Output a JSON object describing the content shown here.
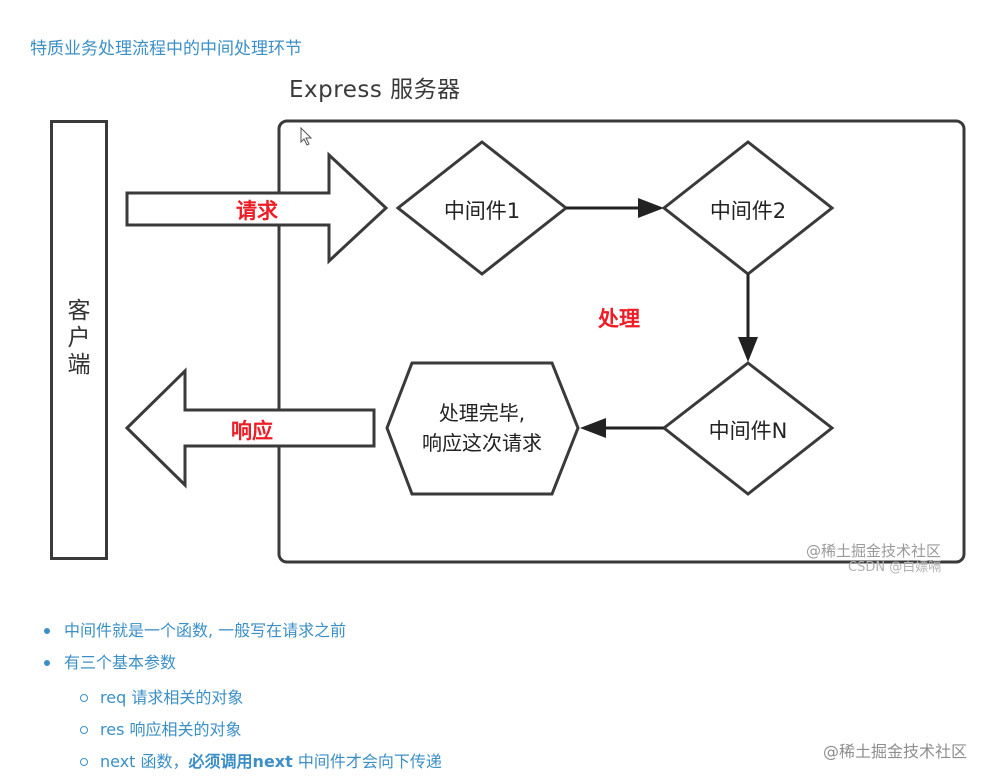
{
  "heading": "特质业务处理流程中的中间处理环节",
  "diagram": {
    "title": "Express 服务器",
    "client": "客户端",
    "request": "请求",
    "response": "响应",
    "process": "处理",
    "mw1": "中间件1",
    "mw2": "中间件2",
    "mwN": "中间件N",
    "done_line1": "处理完毕,",
    "done_line2": "响应这次请求"
  },
  "watermarks": {
    "image_mark": "@稀土掘金技术社区",
    "csdn_mark": "CSDN @白嫖嗝",
    "page_mark": "@稀土掘金技术社区"
  },
  "bullets": [
    "中间件就是一个函数, 一般写在请求之前",
    "有三个基本参数"
  ],
  "params": [
    {
      "name": "req",
      "desc": " 请求相关的对象"
    },
    {
      "name": "res",
      "desc": " 响应相关的对象"
    },
    {
      "name": "next",
      "desc": " 函数，",
      "bold": "必须调用next",
      "rest": " 中间件才会向下传递"
    }
  ],
  "colors": {
    "accent": "#3b8fc6",
    "red_label": "#ee1c25",
    "stroke": "#3a3a3a"
  }
}
